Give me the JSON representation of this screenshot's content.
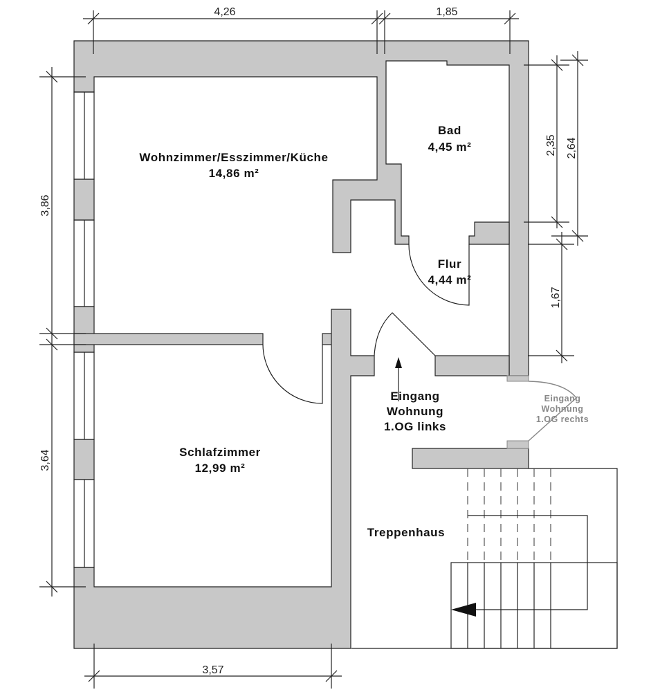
{
  "rooms": {
    "living": {
      "name": "Wohnzimmer/Esszimmer/Küche",
      "area": "14,86 m²"
    },
    "bath": {
      "name": "Bad",
      "area": "4,45 m²"
    },
    "hall": {
      "name": "Flur",
      "area": "4,44 m²"
    },
    "bedroom": {
      "name": "Schlafzimmer",
      "area": "12,99 m²"
    },
    "stairwell": {
      "name": "Treppenhaus"
    }
  },
  "entrances": {
    "left": [
      "Eingang",
      "Wohnung",
      "1.OG links"
    ],
    "right": [
      "Eingang",
      "Wohnung",
      "1.OG rechts"
    ]
  },
  "dimensions": {
    "top_left": "4,26",
    "top_right": "1,85",
    "left_upper": "3,86",
    "left_lower": "3,64",
    "bottom": "3,57",
    "right_bath": "2,35",
    "right_bath_outer": "2,64",
    "right_hall": "1,67"
  },
  "colors": {
    "wall": "#c8c8c8",
    "line": "#222222"
  }
}
